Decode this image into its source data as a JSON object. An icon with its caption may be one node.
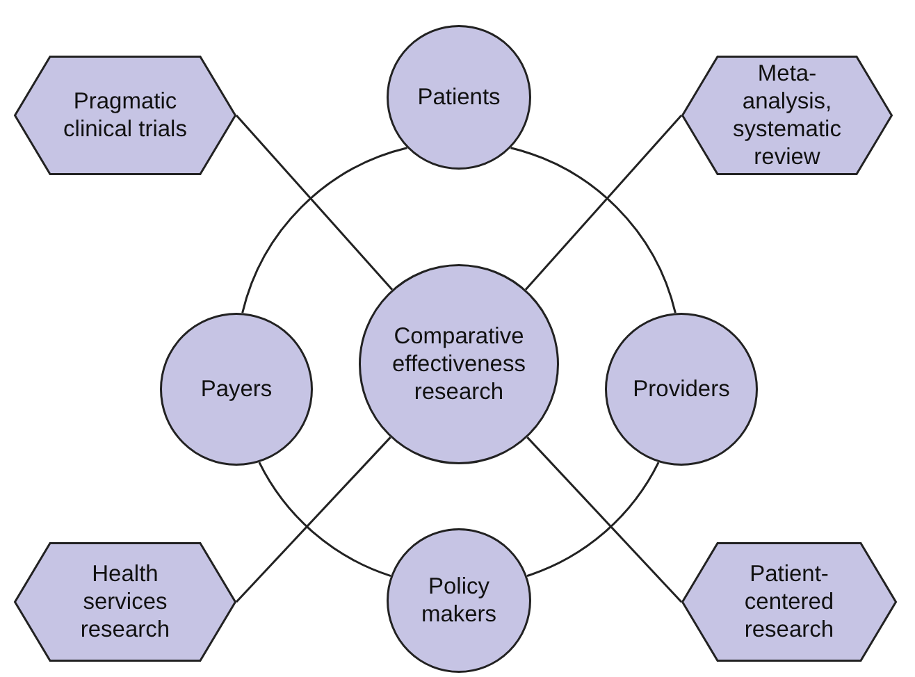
{
  "diagram": {
    "nodes": [
      {
        "text": [
          "Pragmatic clinical trials"
        ]
      },
      {
        "text": [
          "Patients"
        ]
      },
      {
        "text": [
          "Meta-analysis, systematic review"
        ]
      },
      {
        "text": [
          "Payers"
        ]
      },
      {
        "text": [
          "Comparative effectiveness research"
        ]
      },
      {
        "text": [
          "Providers"
        ]
      },
      {
        "text": [
          "Health services research"
        ]
      },
      {
        "text": [
          "Policy makers"
        ]
      },
      {
        "text": [
          "Patient-centered research"
        ]
      }
    ],
    "edges": [
      {
        "from": 0,
        "to": 4,
        "arrow": "none"
      },
      {
        "from": 2,
        "to": 4,
        "arrow": "none"
      },
      {
        "from": 6,
        "to": 4,
        "arrow": "none"
      },
      {
        "from": 8,
        "to": 4,
        "arrow": "none"
      },
      {
        "from": 1,
        "to": 5,
        "arrow": "none"
      },
      {
        "from": 5,
        "to": 7,
        "arrow": "none"
      },
      {
        "from": 7,
        "to": 3,
        "arrow": "none"
      },
      {
        "from": 3,
        "to": 1,
        "arrow": "none"
      }
    ]
  }
}
